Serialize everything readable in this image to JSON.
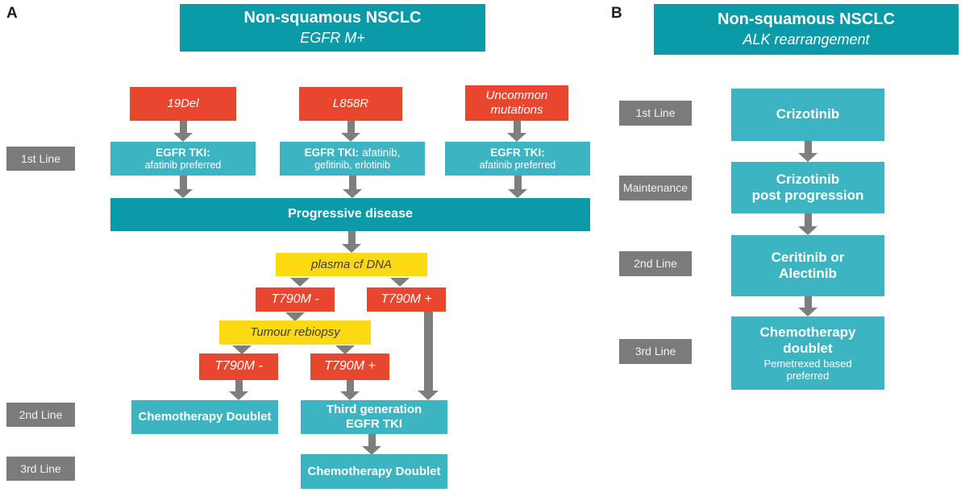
{
  "colors": {
    "dark_teal": "#0A9AA8",
    "light_teal": "#3CB4C1",
    "red": "#E9462F",
    "yellow": "#FCD913",
    "label_gray": "#7B7B7B",
    "arrow_gray": "#7E7E7E",
    "background": "#FFFFFF"
  },
  "panel_a": {
    "panel_letter": "A",
    "title": "Non-squamous NSCLC",
    "subtitle": "EGFR M+",
    "line_labels": {
      "first": "1st Line",
      "second": "2nd Line",
      "third": "3rd Line"
    },
    "mutations": [
      "19Del",
      "L858R",
      "Uncommon mutations"
    ],
    "tki_boxes": [
      {
        "strong": "EGFR TKI:",
        "rest": "",
        "line2": "afatinib preferred"
      },
      {
        "strong": "EGFR TKI:",
        "rest": "afatinib,",
        "line2": "gefitinib, erlotinib"
      },
      {
        "strong": "EGFR TKI:",
        "rest": "",
        "line2": "afatinib preferred"
      }
    ],
    "progressive_disease": "Progressive disease",
    "plasma_cfdna": "plasma cf DNA",
    "t790m_negative": "T790M -",
    "t790m_positive": "T790M +",
    "tumour_rebiopsy": "Tumour rebiopsy",
    "chemotherapy_doublet_2nd": "Chemotherapy Doublet",
    "third_generation": {
      "line1": "Third generation",
      "line2": "EGFR TKI"
    },
    "chemotherapy_doublet_3rd": "Chemotherapy Doublet"
  },
  "panel_b": {
    "panel_letter": "B",
    "title": "Non-squamous NSCLC",
    "subtitle": "ALK rearrangement",
    "line_labels": {
      "first": "1st Line",
      "maintenance": "Maintenance",
      "second": "2nd Line",
      "third": "3rd Line"
    },
    "boxes": [
      {
        "line1": "Crizotinib",
        "line2": "",
        "sub": ""
      },
      {
        "line1": "Crizotinib",
        "line2": "post progression",
        "sub": ""
      },
      {
        "line1": "Ceritinib or",
        "line2": "Alectinib",
        "sub": ""
      },
      {
        "line1": "Chemotherapy",
        "line2": "doublet",
        "sub": "Pemetrexed based preferred"
      }
    ]
  }
}
